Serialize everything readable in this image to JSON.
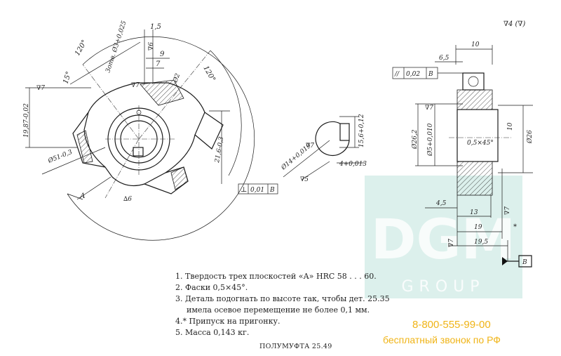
{
  "roughness": "∇4 (∇)",
  "labels": {
    "angle_120_left": "120°",
    "angle_120_right": "120°",
    "angle_15": "15°",
    "dim_1_5": "1,5",
    "dim_9": "9",
    "dim_7": "7",
    "dim_phi2": "Ø2",
    "dim_r6": "∇6",
    "dim_r7_a": "∇7",
    "dim_r7_b": "∇7",
    "dim_holes": "3отв. Ø3+0,025",
    "dim_19_87": "19,87-0,02",
    "dim_21_6": "21,6-0,3",
    "dim_phi51": "Ø51-0,3",
    "mark_a": "А",
    "r6_bottom": "∆6",
    "tol_perp": "⊥",
    "tol_perp_val": "0,01",
    "tol_perp_base": "В",
    "key_phi14": "Ø14+0,019",
    "key_15_6": "15,6+0,12",
    "key_4": "4+0,013",
    "key_r7": "∇7",
    "key_r5": "∇5",
    "tol_par": "//",
    "tol_par_val": "0,02",
    "tol_par_base": "В",
    "s_6_5": "6,5",
    "s_10_top": "10",
    "s_r7": "∇7",
    "s_phi26_2": "Ø26,2",
    "s_phi5": "Ø5+0,010",
    "s_10": "10",
    "s_phi26": "Ø26",
    "s_chamfer": "0,5×45°",
    "s_4_5": "4,5",
    "s_13": "13",
    "s_19": "19",
    "s_19_5": "19,5",
    "s_r7b": "∇7",
    "s_r7c": "∇7",
    "s_star": "*",
    "s_base_b": "В"
  },
  "notes": [
    "1. Твердость трех плоскостей «А» HRC 58 . . . 60.",
    "2. Фаски 0,5×45°.",
    "3. Деталь подогнать по высоте так, чтобы дет. 25.35",
    "имела осевое перемещение не более 0,1 мм.",
    "4.* Припуск на пригонку.",
    "5. Масса 0,143 кг."
  ],
  "title": "ПОЛУМУФТА 25.49",
  "watermark": {
    "logo_text": "DGM",
    "logo_sub": "GROUP",
    "phone": "8-800-555-99-00",
    "free_call": "бесплатный звонок по РФ",
    "accent_color": "#f0b417",
    "logo_color": "#bfe3dd"
  }
}
